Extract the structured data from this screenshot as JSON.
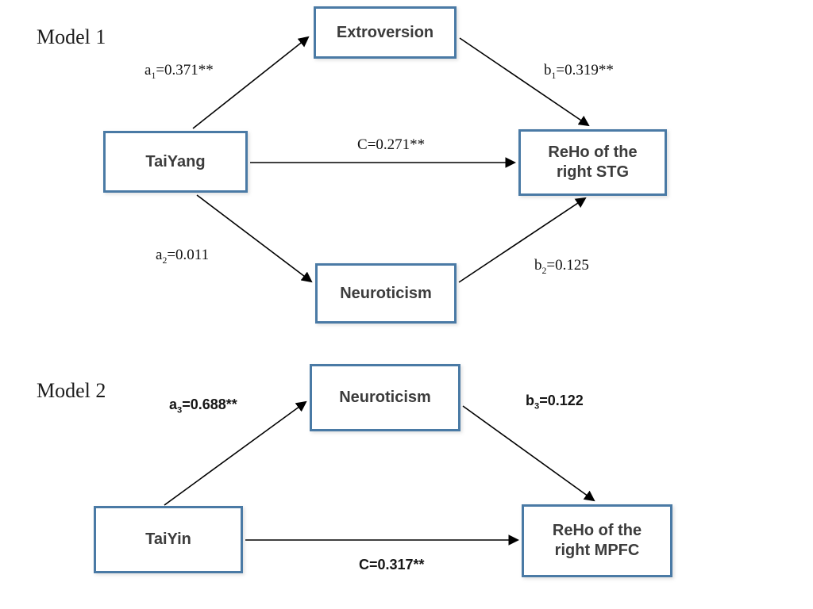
{
  "colors": {
    "box_border": "#4a7aa5",
    "node_text": "#3c3c3c"
  },
  "model1": {
    "title": "Model 1",
    "nodes": {
      "extroversion": "Extroversion",
      "taiyang": "TaiYang",
      "reho_stg": "ReHo of the\nright STG",
      "neuroticism": "Neuroticism"
    },
    "edges": {
      "a1": {
        "letter": "a",
        "sub": "1",
        "value": "=0.371**"
      },
      "b1": {
        "letter": "b",
        "sub": "1",
        "value": "=0.319**"
      },
      "c": {
        "letter": "C",
        "sub": "",
        "value": "=0.271**"
      },
      "a2": {
        "letter": "a",
        "sub": "2",
        "value": "=0.011"
      },
      "b2": {
        "letter": "b",
        "sub": "2",
        "value": "=0.125"
      }
    }
  },
  "model2": {
    "title": "Model 2",
    "nodes": {
      "neuroticism": "Neuroticism",
      "taiyin": "TaiYin",
      "reho_mpfc": "ReHo of the\nright MPFC"
    },
    "edges": {
      "a3": {
        "letter": "a",
        "sub": "3",
        "value": "=0.688**"
      },
      "b3": {
        "letter": "b",
        "sub": "3",
        "value": "=0.122"
      },
      "c": {
        "letter": "C",
        "sub": "",
        "value": "=0.317**"
      }
    }
  }
}
